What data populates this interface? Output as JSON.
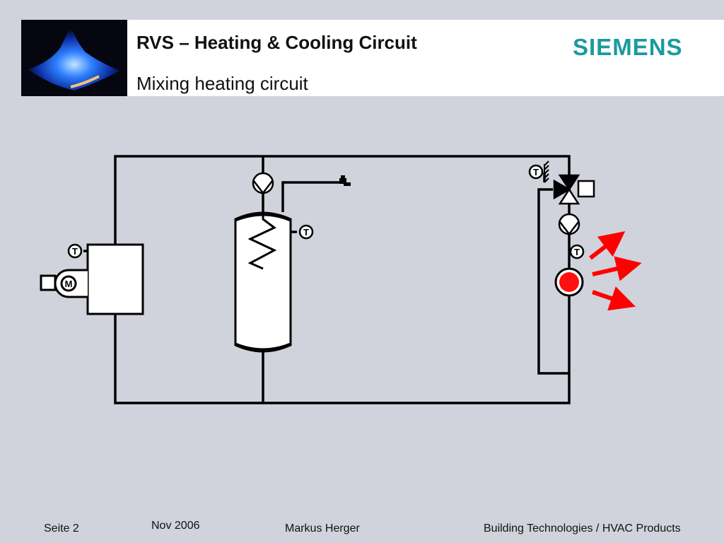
{
  "header": {
    "title": "RVS – Heating & Cooling Circuit",
    "subtitle": "Mixing heating circuit",
    "logo_text": "SIEMENS"
  },
  "diagram": {
    "sensor_letter": "T",
    "motor_letter": "M"
  },
  "footer": {
    "page": "Seite 2",
    "date": "Nov 2006",
    "author": "Markus Herger",
    "department": "Building Technologies / HVAC Products"
  },
  "colors": {
    "brand": "#1a9aa0",
    "arrow": "#ff0000",
    "line": "#000000"
  }
}
